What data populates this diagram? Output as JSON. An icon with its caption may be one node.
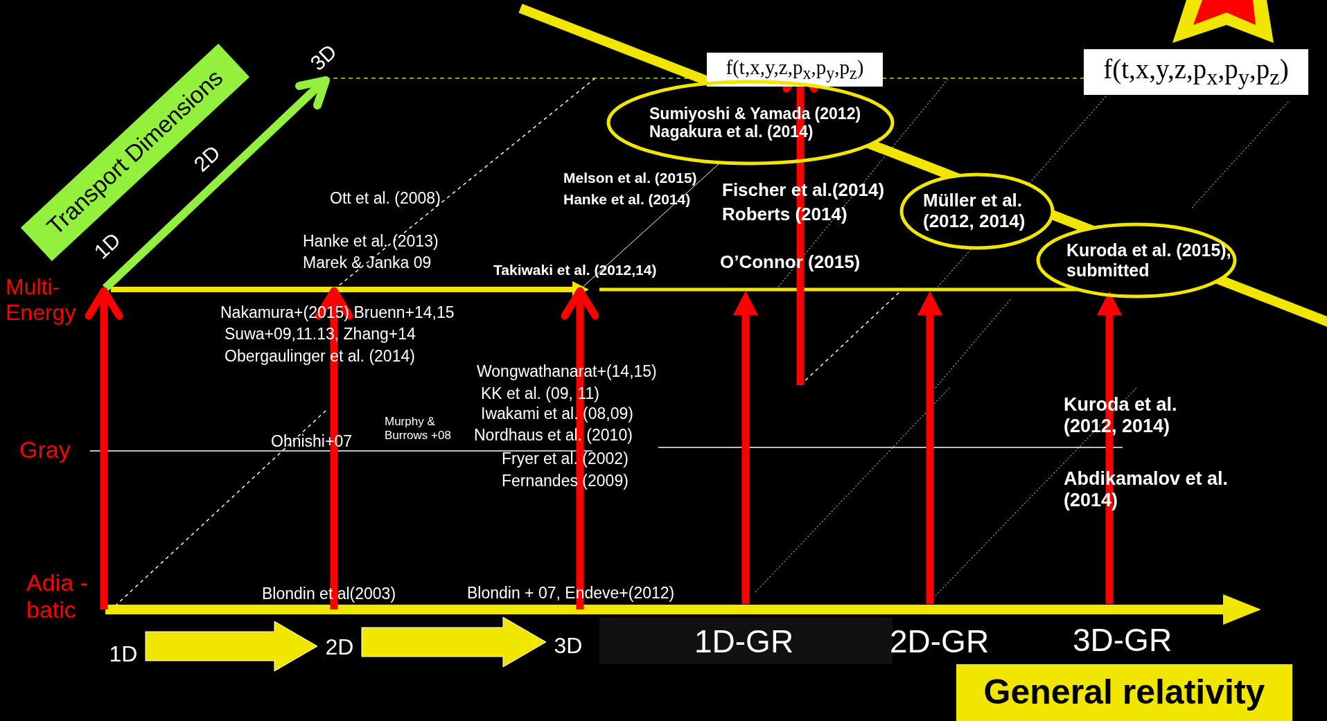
{
  "diagram": {
    "nodes": [
      {
        "text": [
          "Transport Dimensions"
        ]
      },
      {
        "text": [
          "f(t,x,y,z,p$_{x}$,p$_{y}$,p$_{z}$)"
        ]
      },
      {
        "text": [
          "f(t,x,y,z,p$_{x}$,p$_{y}$,p$_{z}$)"
        ]
      },
      {
        "text": [
          "Sumiyoshi & Yamada (2012)",
          "Nagakura et al. (2014)"
        ]
      },
      {
        "text": [
          "Müller et al. (2012, 2014)"
        ]
      },
      {
        "text": [
          "Kuroda et al. (2015), submitted"
        ]
      },
      {
        "text": [
          "1D"
        ]
      },
      {
        "text": [
          "2D"
        ]
      },
      {
        "text": [
          "3D"
        ]
      },
      {
        "text": [
          "General relativity"
        ]
      }
    ],
    "edges": [
      {
        "from": 6,
        "to": 7,
        "arrow": "to",
        "style": "thick"
      },
      {
        "from": 7,
        "to": 8,
        "arrow": "to",
        "style": "thick"
      }
    ],
    "labels": [
      "3D",
      "2D",
      "1D",
      "Ott et al. (2008)",
      "Hanke et al. (2013)",
      "Marek & Janka 09",
      "Melson et al. (2015)",
      "Hanke et al. (2014)",
      "Fischer et al.(2014)",
      "Roberts (2014)",
      "Multi- Energy",
      "Takiwaki et al. (2012,14)",
      "O’Connor (2015)",
      "Nakamura+(2015) Bruenn+14,15",
      "Suwa+09,11.13, Zhang+14",
      "Obergaulinger et al. (2014)",
      "Wongwathanarat+(14,15)",
      "KK et al. (09, 11)",
      "Iwakami et al. (08,09)",
      "Kuroda et al. (2012, 2014)",
      "Murphy & Burrows +08",
      "Gray",
      "Ohnishi+07",
      "Nordhaus et al. (2010)",
      "Fryer et al. (2002)",
      "Fernandes (2009)",
      "Abdikamalov et al. (2014)",
      "Adia -batic",
      "Blondin et al(2003)",
      "Blondin + 07, Endeve+(2012)",
      "1D-GR",
      "2D-GR",
      "3D-GR"
    ]
  }
}
